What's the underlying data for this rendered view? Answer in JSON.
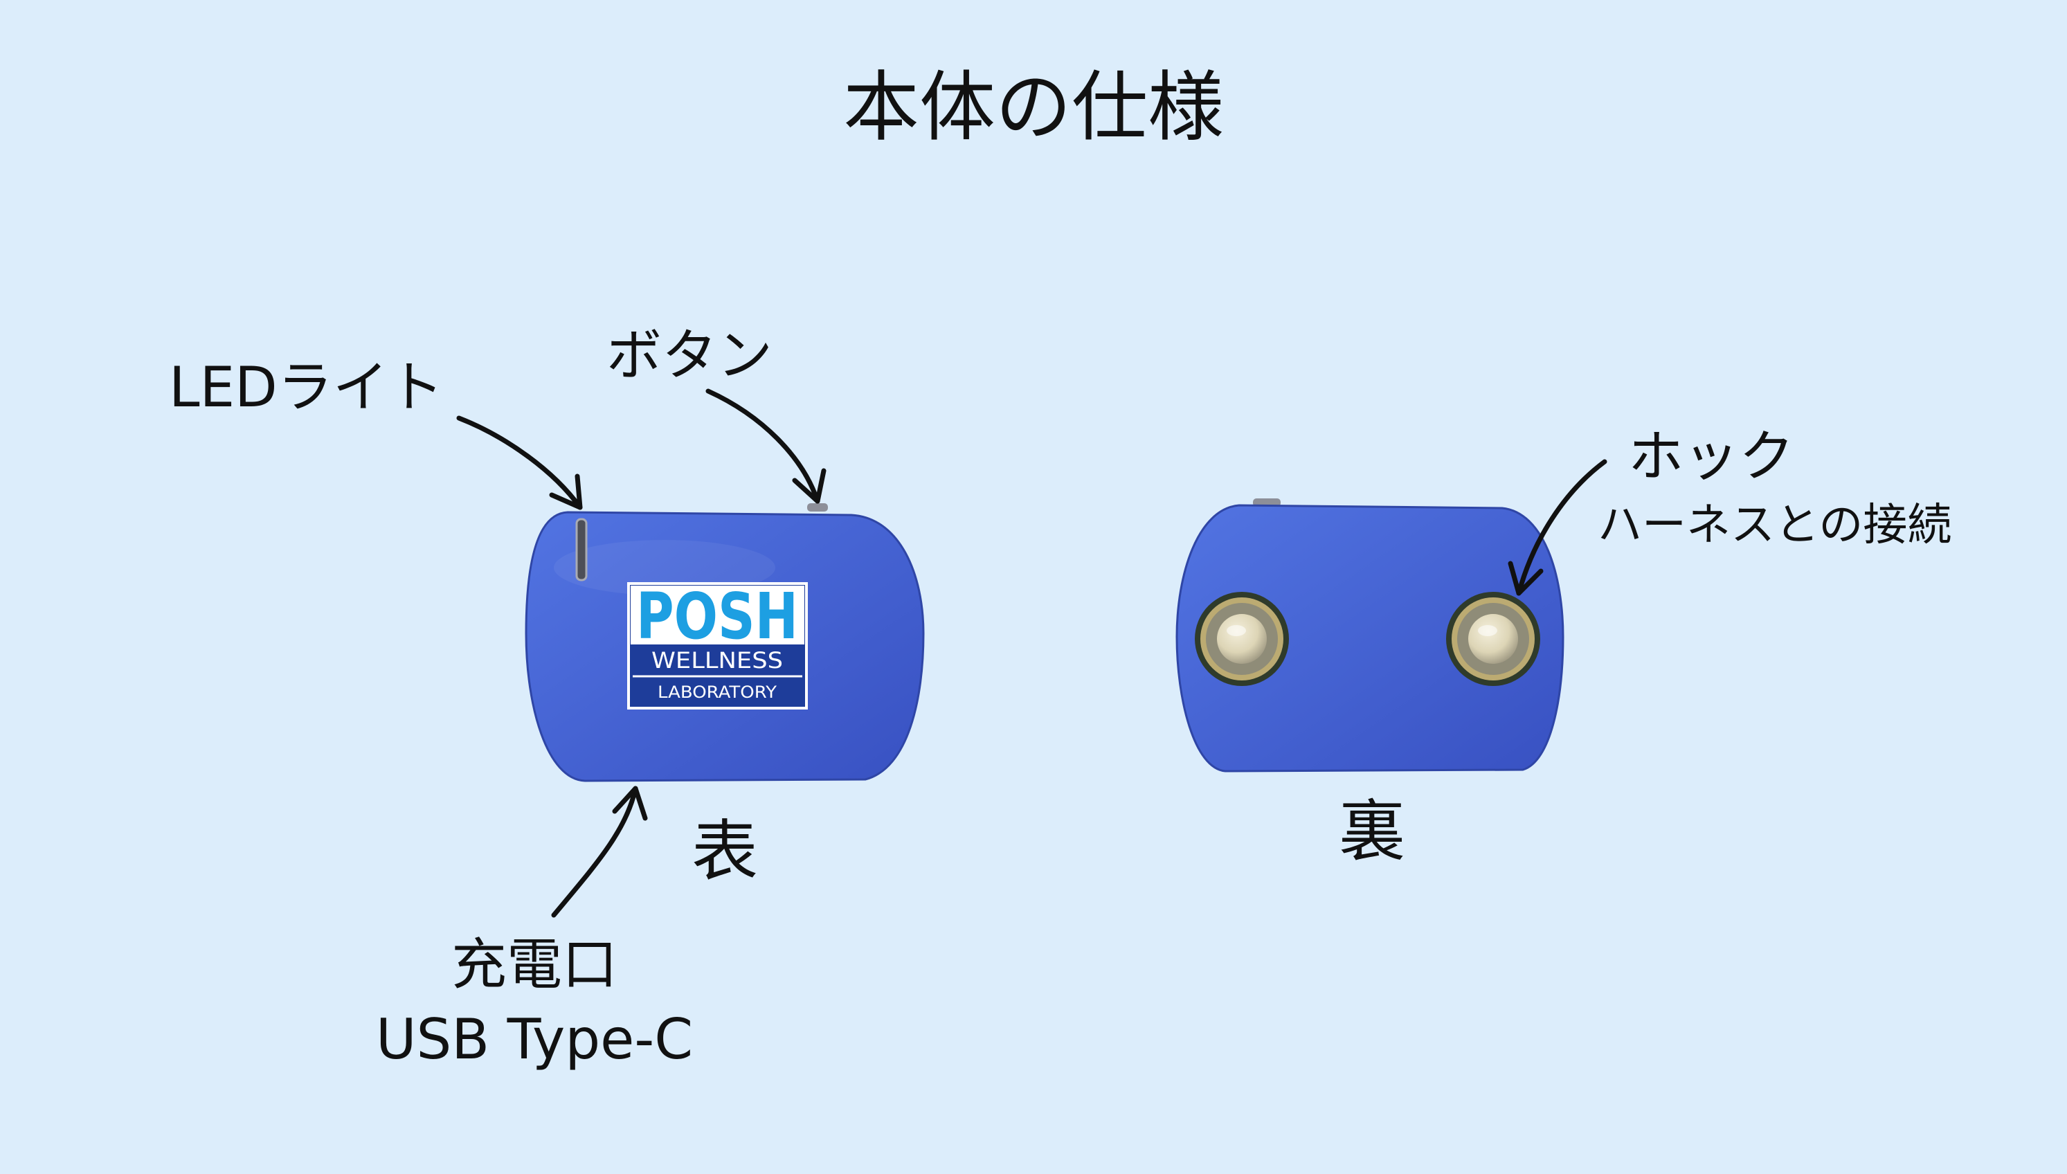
{
  "title": "本体の仕様",
  "front": {
    "label": "表",
    "led_label": "LEDライト",
    "button_label": "ボタン",
    "charging_label": "充電口",
    "charging_sub": "USB Type-C",
    "logo": {
      "top": "POSH",
      "middle": "WELLNESS",
      "bottom": "LABORATORY"
    }
  },
  "back": {
    "label": "裏",
    "hook_label": "ホック",
    "hook_sub": "ハーネスとの接続"
  },
  "colors": {
    "background": "#dcedfb",
    "ink": "#111111",
    "device_blue_light": "#5274e2",
    "device_blue_dark": "#3851c2",
    "logo_cyan": "#1d9fe2",
    "logo_navy": "#1e3d9a",
    "snap_gold": "#bcab72"
  }
}
